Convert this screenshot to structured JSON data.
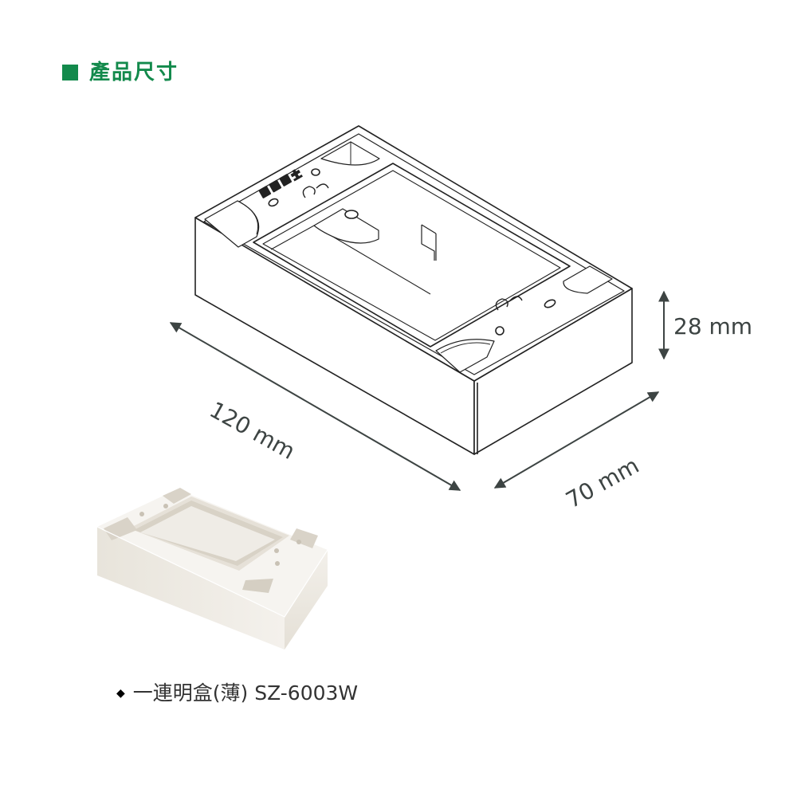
{
  "header": {
    "title": "產品尺寸",
    "marker_icon": "square-bullet-icon"
  },
  "colors": {
    "accent_green": "#138A4C",
    "dimension_gray": "#3D4443",
    "line_black": "#222222",
    "product_photo": "#ECE8E0",
    "background": "#FFFFFF"
  },
  "dimensions": {
    "length": "120 mm",
    "width": "70 mm",
    "height": "28 mm"
  },
  "product": {
    "bullet_icon": "diamond-bullet-icon",
    "name": "一連明盒(薄) SZ-6003W"
  }
}
